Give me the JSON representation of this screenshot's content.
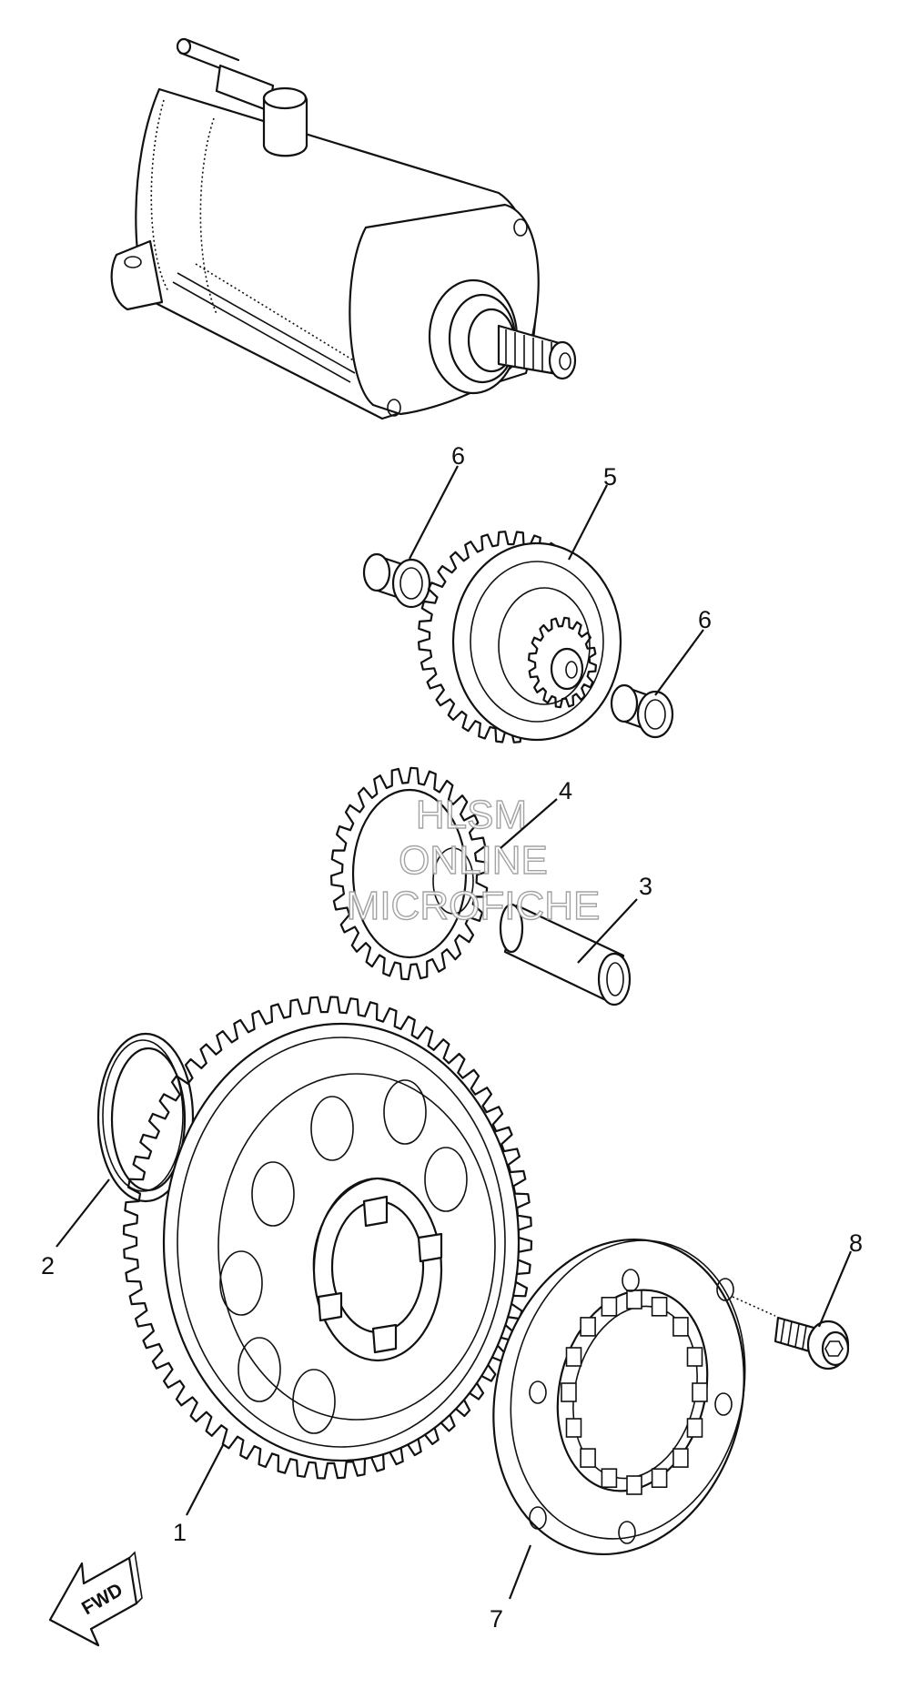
{
  "diagram": {
    "callouts": [
      {
        "id": "1",
        "label": "1"
      },
      {
        "id": "2",
        "label": "2"
      },
      {
        "id": "3",
        "label": "3"
      },
      {
        "id": "4",
        "label": "4"
      },
      {
        "id": "5",
        "label": "5"
      },
      {
        "id": "6a",
        "label": "6"
      },
      {
        "id": "6b",
        "label": "6"
      },
      {
        "id": "7",
        "label": "7"
      },
      {
        "id": "8",
        "label": "8"
      }
    ],
    "watermark": [
      "HLSM",
      "ONLINE",
      "MICROFICHE"
    ],
    "direction_label": "FWD"
  }
}
